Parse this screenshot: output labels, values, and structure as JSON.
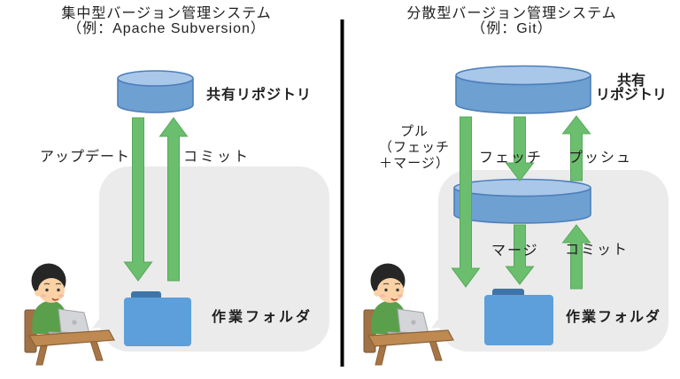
{
  "colors": {
    "cylinder_body": "#6FA0D2",
    "cylinder_top": "#A9C7E9",
    "cylinder_border": "#4E7FBA",
    "arrow_green": "#6BBE6E",
    "arrow_border": "#57A85A",
    "bubble_gray": "#EBEBEB",
    "folder_body": "#5C9FDB",
    "folder_tab": "#3E75A8",
    "divider": "#000000",
    "text": "#1F1F1F"
  },
  "left_panel": {
    "title_line1": "集中型バージョン管理システム",
    "title_line2": "（例：Apache Subversion）",
    "shared_repository_label": "共有リポジトリ",
    "arrows": {
      "update_label": "アップデート",
      "commit_label": "コミット"
    },
    "working_folder_label": "作業フォルダ"
  },
  "right_panel": {
    "title_line1": "分散型バージョン管理システム",
    "title_line2": "（例：Git）",
    "shared_repository_label_line1": "共有",
    "shared_repository_label_line2": "リポジトリ",
    "arrows": {
      "pull_label_line1": "プル",
      "pull_label_line2": "（フェッチ",
      "pull_label_line3": "＋マージ）",
      "fetch_label": "フェッチ",
      "push_label": "プッシュ",
      "merge_label": "マージ",
      "commit_label": "コミット"
    },
    "working_folder_label": "作業フォルダ"
  },
  "icons": {
    "repository": "database-cylinder-icon",
    "working_folder": "folder-icon",
    "user": "person-at-laptop-icon",
    "down_flow": "green-down-arrow-icon",
    "up_flow": "green-up-arrow-icon"
  }
}
